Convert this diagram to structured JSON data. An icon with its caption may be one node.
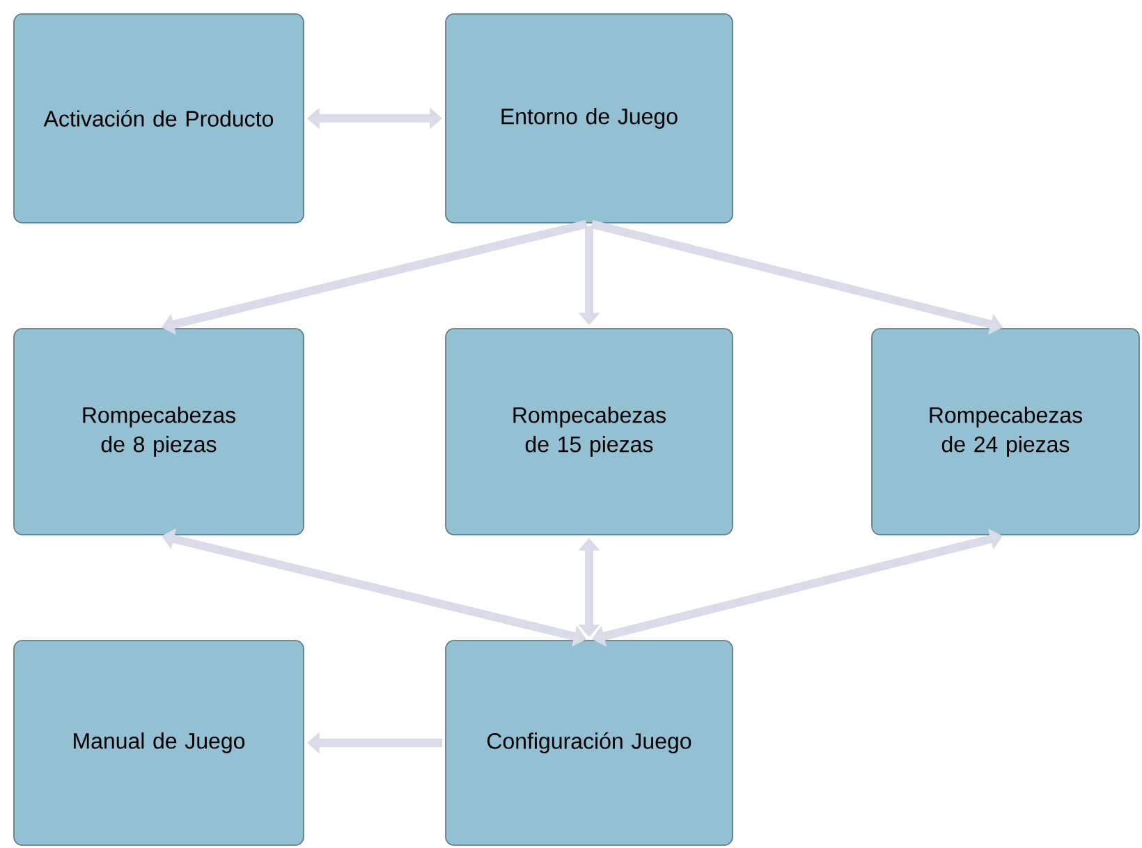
{
  "diagram": {
    "nodes": [
      {
        "text": [
          "Activación de Producto"
        ]
      },
      {
        "text": [
          "Entorno de Juego"
        ]
      },
      {
        "text": [
          "Rompecabezas de 8 piezas"
        ]
      },
      {
        "text": [
          "Rompecabezas de 15 piezas"
        ]
      },
      {
        "text": [
          "Rompecabezas de 24 piezas"
        ]
      },
      {
        "text": [
          "Manual de Juego"
        ]
      },
      {
        "text": [
          "Configuración Juego"
        ]
      }
    ],
    "edges": [
      {
        "from": 0,
        "to": 1,
        "arrow": "both"
      },
      {
        "from": 1,
        "to": 2,
        "arrow": "to"
      },
      {
        "from": 1,
        "to": 3,
        "arrow": "to"
      },
      {
        "from": 1,
        "to": 4,
        "arrow": "to"
      },
      {
        "from": 6,
        "to": 2,
        "arrow": "both"
      },
      {
        "from": 6,
        "to": 3,
        "arrow": "both"
      },
      {
        "from": 6,
        "to": 4,
        "arrow": "both"
      },
      {
        "from": 6,
        "to": 5,
        "arrow": "to"
      }
    ]
  }
}
